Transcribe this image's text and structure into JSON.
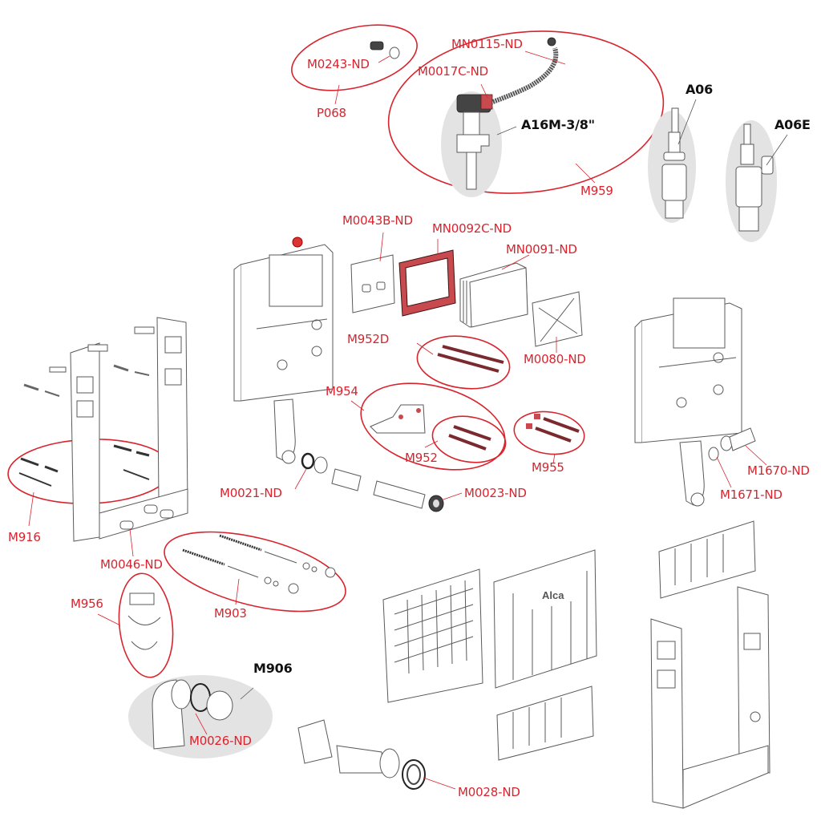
{
  "diagram": {
    "title": "Installation frame exploded parts diagram",
    "brand_logo": "Alca",
    "colors": {
      "label_red": "#d9232d",
      "label_black": "#111111",
      "highlight_grey": "#e3e3e3",
      "part_red": "#c94a4e"
    },
    "labels": {
      "m0243": "M0243-ND",
      "p068": "P068",
      "mn0115": "MN0115-ND",
      "m0017c": "M0017C-ND",
      "a16m": "A16M-3/8\"",
      "m959": "M959",
      "a06": "A06",
      "a06e": "A06E",
      "m0043b": "M0043B-ND",
      "mn0092c": "MN0092C-ND",
      "mn0091": "MN0091-ND",
      "m952d": "M952D",
      "m0080": "M0080-ND",
      "m954": "M954",
      "m952": "M952",
      "m955": "M955",
      "m0021": "M0021-ND",
      "m0023": "M0023-ND",
      "m1670": "M1670-ND",
      "m1671": "M1671-ND",
      "m916": "M916",
      "m0046": "M0046-ND",
      "m903": "M903",
      "m956": "M956",
      "m906": "M906",
      "m0026": "M0026-ND",
      "m0028": "M0028-ND"
    }
  }
}
